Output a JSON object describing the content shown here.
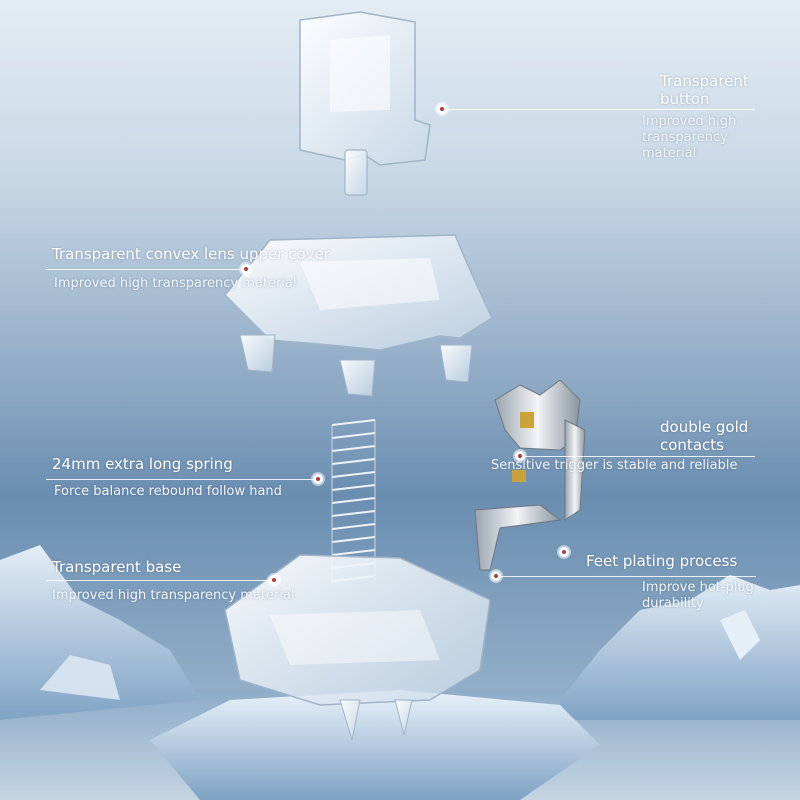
{
  "callouts": {
    "button": {
      "title_line1": "Transparent",
      "title_line2": "button",
      "sub_line1": "Improved high",
      "sub_line2": "transparency",
      "sub_line3": "material"
    },
    "upper_cover": {
      "title": "Transparent convex lens upper cover",
      "sub": "Improved high transparency material"
    },
    "spring": {
      "title": "24mm extra long spring",
      "sub": "Force balance rebound follow hand"
    },
    "contacts": {
      "title_line1": "double gold",
      "title_line2": "contacts",
      "sub": "Sensitive trigger is stable and reliable"
    },
    "feet": {
      "title": "Feet plating process",
      "sub_line1": "Improve hot-plug",
      "sub_line2": "durability"
    },
    "base": {
      "title": "Transparent base",
      "sub": "Improved high transparency material"
    }
  },
  "colors": {
    "marker_center": "#b03a3a",
    "leader_line": "#ffffff"
  }
}
